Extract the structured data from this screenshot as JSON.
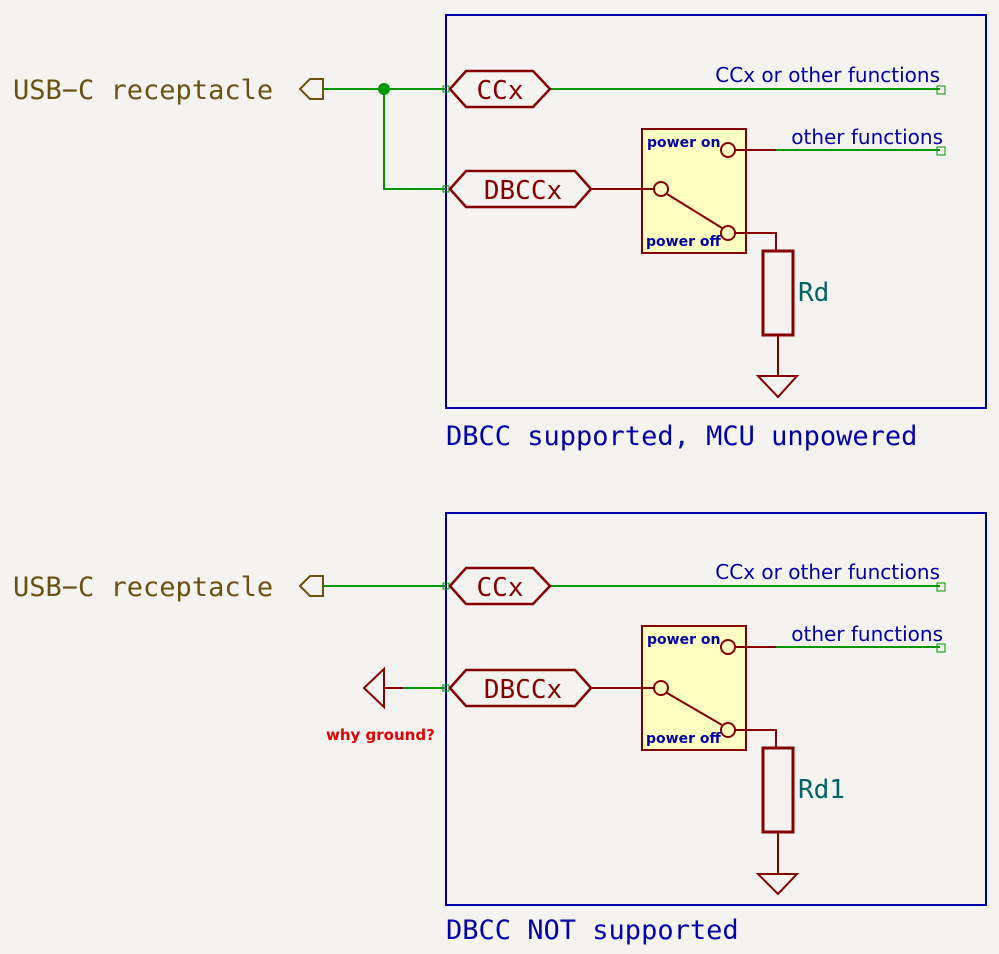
{
  "colors": {
    "background": "#f5f3ef",
    "box": "#0000a8",
    "wire": "#009600",
    "component": "#840000",
    "switch_fill": "#ffffc2",
    "label_text": "#6b5010",
    "port_text": "#840000",
    "net_text": "#0000a8",
    "ref_text": "#006464",
    "note": "#e00000"
  },
  "top": {
    "connector_label": "USB−C receptacle",
    "cc_pin": "CCx",
    "dbcc_pin": "DBCCx",
    "cc_net": "CCx or other functions",
    "other_net": "other functions",
    "switch_on": "power on",
    "switch_off": "power off",
    "resistor": "Rd",
    "caption": "DBCC supported, MCU unpowered"
  },
  "bottom": {
    "connector_label": "USB−C receptacle",
    "cc_pin": "CCx",
    "dbcc_pin": "DBCCx",
    "cc_net": "CCx or other functions",
    "other_net": "other functions",
    "switch_on": "power on",
    "switch_off": "power off",
    "resistor": "Rd1",
    "note": "why ground?",
    "caption": "DBCC NOT supported"
  }
}
